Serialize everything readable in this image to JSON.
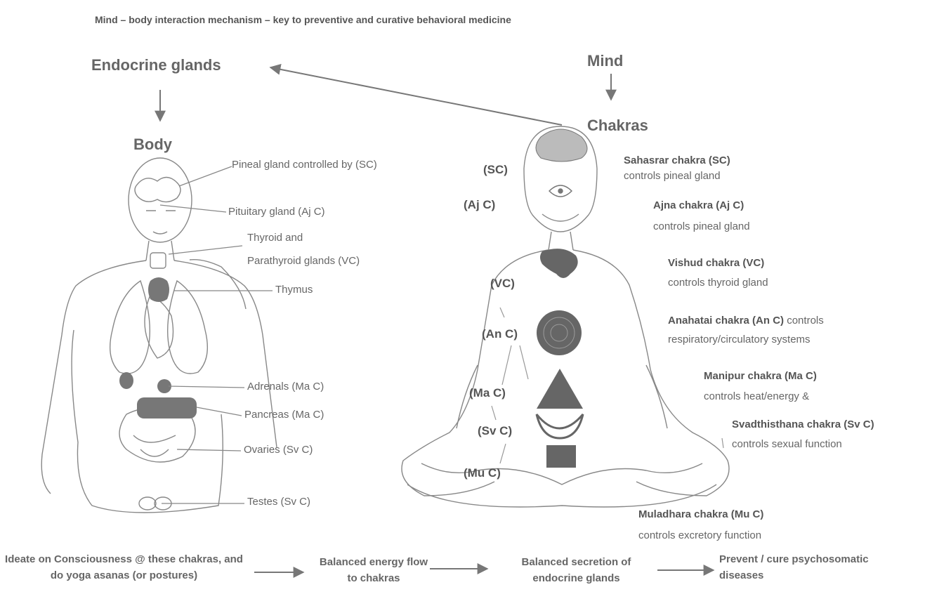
{
  "title": "Mind – body interaction mechanism – key to preventive and curative behavioral medicine",
  "headings": {
    "endocrine": "Endocrine glands",
    "mind": "Mind",
    "body": "Body",
    "chakras": "Chakras"
  },
  "body_labels": [
    "Pineal gland controlled by (SC)",
    "Pituitary gland (Aj C)",
    "Thyroid and",
    "Parathyroid glands (VC)",
    "Thymus",
    "Adrenals (Ma C)",
    "Pancreas (Ma C)",
    "Ovaries (Sv C)",
    "Testes (Sv C)"
  ],
  "chakra_abbrevs": [
    "(SC)",
    "(Aj C)",
    "(VC)",
    "(An C)",
    "(Ma C)",
    "(Sv C)",
    "(Mu C)"
  ],
  "chakras": [
    {
      "name": "Sahasrar chakra (SC)",
      "desc": "controls pineal gland"
    },
    {
      "name": "Ajna chakra (Aj C)",
      "desc": "controls pineal gland"
    },
    {
      "name": "Vishud chakra (VC)",
      "desc": "controls thyroid gland"
    },
    {
      "name": "Anahatai chakra (An C)",
      "desc_inline": "controls",
      "desc": "respiratory/circulatory systems"
    },
    {
      "name": "Manipur chakra (Ma C)",
      "desc": "controls heat/energy &"
    },
    {
      "name": "Svadthisthana chakra (Sv C)",
      "desc": "controls sexual function"
    },
    {
      "name": "Muladhara chakra (Mu C)",
      "desc": "controls excretory function"
    }
  ],
  "flow": [
    "Ideate on Consciousness @ these chakras, and do yoga asanas (or postures)",
    "Balanced energy flow to chakras",
    "Balanced secretion of endocrine glands",
    "Prevent / cure psychosomatic diseases"
  ],
  "colors": {
    "text": "#555555",
    "line": "#777777",
    "symbol": "#555555"
  }
}
